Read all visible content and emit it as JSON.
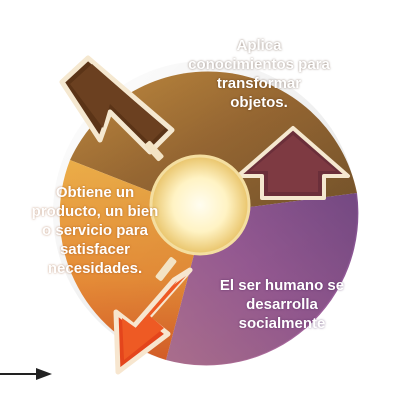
{
  "cycle_diagram": {
    "segments": [
      {
        "id": "top",
        "text": "Aplica conocimientos para transformar objetos."
      },
      {
        "id": "left",
        "text": "Obtiene un producto, un bien o servicio para satisfacer necesidades."
      },
      {
        "id": "right",
        "text": "El ser humano se desarrolla socialmente"
      }
    ],
    "colors": {
      "top_segment": "#8a5a2a",
      "left_segment": "#f2a23c",
      "right_segment": "#8e4f9a",
      "center": "#fff7d2",
      "arrow_top": "#5b3417",
      "arrow_right": "#6b2f3a",
      "arrow_bottom": "#e4451c",
      "pointer": "#222222"
    },
    "icons": [
      "arrow-down-left",
      "arrow-up",
      "arrow-down-left",
      "pointer-arrow-right"
    ]
  }
}
